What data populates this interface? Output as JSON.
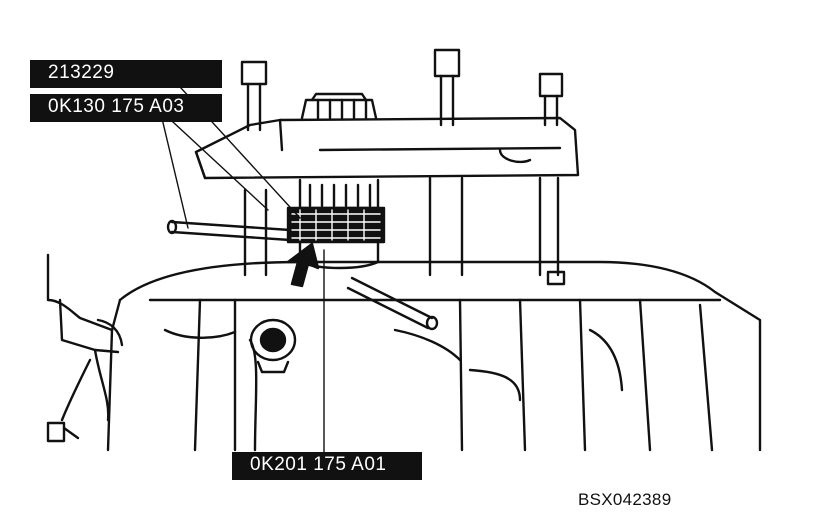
{
  "callouts": {
    "tool_a": "213229",
    "tool_b": "0K130 175 A03",
    "tool_c": "0K201 175 A01"
  },
  "figure_code": "BSX042389",
  "colors": {
    "ink": "#111111",
    "paper": "#ffffff",
    "label_bg": "#111111",
    "label_text": "#ffffff"
  }
}
